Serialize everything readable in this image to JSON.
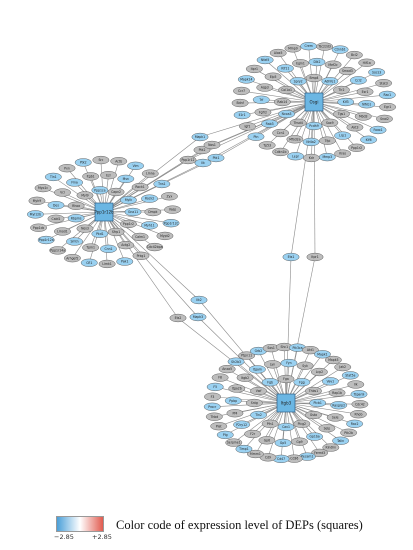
{
  "legend": {
    "caption": "Color code of expression level of DEPs (squares)",
    "min_label": "−2.85",
    "max_label": "+2.85",
    "colors": {
      "low": "#4a9fd8",
      "mid": "#ffffff",
      "high": "#e15b4f"
    }
  },
  "colors": {
    "hub_fill": "#6bb6e3",
    "node_blue": "#9ad1f1",
    "node_gray": "#bdbdbd",
    "node_border": "#555555",
    "edge": "#8a8a8a"
  },
  "hubs": {
    "osgi": "Osgi",
    "ppp1r12b": "Ppp1r12b",
    "itgb3": "Itgb3"
  },
  "clusters": {
    "osgi": [
      "Kif3",
      "Tgs1",
      "Sox9",
      "Pcdh9",
      "Thsd4",
      "Ncoa3",
      "Rab14",
      "Col1a1",
      "Spry2",
      "Bmp4",
      "Adhfe1",
      "Tlr2",
      "Mbd3",
      "Akt3",
      "Lrp1",
      "Tfpi",
      "Nr4a2",
      "Mfsd2a",
      "Ccn1",
      "Rab3",
      "Fgfr2",
      "Trf",
      "Aqp3",
      "Elp5",
      "Klf11",
      "Egln1",
      "Dlk2",
      "Mef2c",
      "Smad3",
      "Ccl2",
      "Esr1",
      "Nfkb1",
      "Klf6",
      "Ppp1r2",
      "Kras",
      "Mmp3",
      "Kdr",
      "Lepr",
      "Cdkn1b",
      "Tp53",
      "Ptn",
      "Igf1",
      "Il1r1",
      "Bdnf",
      "Ccr7",
      "Mapk14",
      "Itpr1",
      "Nfat5",
      "Alox5",
      "Mmp9",
      "Crem",
      "Tsc22d3",
      "Ctnnb1",
      "Bcl2",
      "Hif1a",
      "Socs3",
      "Stat3",
      "Rac1",
      "Egr1",
      "Snai2",
      "Foxo1"
    ],
    "ppp1r12b": [
      "Gna11",
      "Ppp1r2",
      "Sfrp1",
      "Pkd1",
      "Nos3",
      "Rbpms",
      "Rhoa",
      "Myl9",
      "Ppp1ca",
      "Capn2",
      "Mylk",
      "Myh11",
      "Calm1",
      "Actg2",
      "Cnn1",
      "Tpm1",
      "Smtn",
      "Lmod1",
      "Cald1",
      "Des",
      "Vcl",
      "Flna",
      "Itgb1",
      "Ezr",
      "Msn",
      "Rock1",
      "Rock2",
      "Dmpk",
      "Cdc42bpa",
      "Prkg1",
      "Pak1",
      "Limk1",
      "Cfl1",
      "Arhgef2",
      "Ppp1r14a",
      "Ppp1r12a",
      "Ppp1cb",
      "Myl12b",
      "Myh9",
      "Myo1c",
      "Tln1",
      "Pxn",
      "Ptk2",
      "Src",
      "Actb",
      "Vim",
      "Lmna",
      "Tns1",
      "Zyx",
      "Vasp",
      "Ppp1r12c",
      "Mypt2"
    ],
    "itgb3": [
      "Plcb1",
      "Gsta",
      "Plcg2",
      "Cav1",
      "Pfn1",
      "Tln2",
      "Sntg",
      "Vwf",
      "Fgb",
      "Fga",
      "Fgg",
      "Thbs1",
      "Sele",
      "Selp",
      "Gp1ba",
      "Gp9",
      "Gp5",
      "Gp6",
      "F2r",
      "P2ry12",
      "Pf4",
      "Ppbp",
      "Itga2b",
      "Itgb2",
      "Itgam",
      "Lyn",
      "Fyn",
      "Syk",
      "Lcp2",
      "Vav1",
      "Rap1b",
      "Rasgrp2",
      "Talin",
      "Kindlin",
      "Fermt3",
      "Pecam1",
      "Cd36",
      "Cd47",
      "Cd9",
      "Mmrn1",
      "Timp1",
      "Serpine1",
      "Plg",
      "Plat",
      "Thbd",
      "Procr",
      "F3",
      "F5",
      "F8",
      "Anxa5",
      "Sh2b3",
      "Ptpn11",
      "Grb2",
      "Sos1",
      "Shc1",
      "Pik3ca",
      "Akt1",
      "Mapk1",
      "Mapk3",
      "Jak2",
      "Stat5a",
      "Ilk",
      "Tspan9",
      "Cdc42",
      "Rhob",
      "Rac2",
      "Ptk2b"
    ]
  },
  "bridges": [
    "Mapk1",
    "Ptk2",
    "Ilk",
    "Nos1",
    "Ptk1",
    "Ppp1r12",
    "Ets1",
    "Itpr1",
    "Ilk2",
    "Ets2",
    "Mapk3"
  ]
}
